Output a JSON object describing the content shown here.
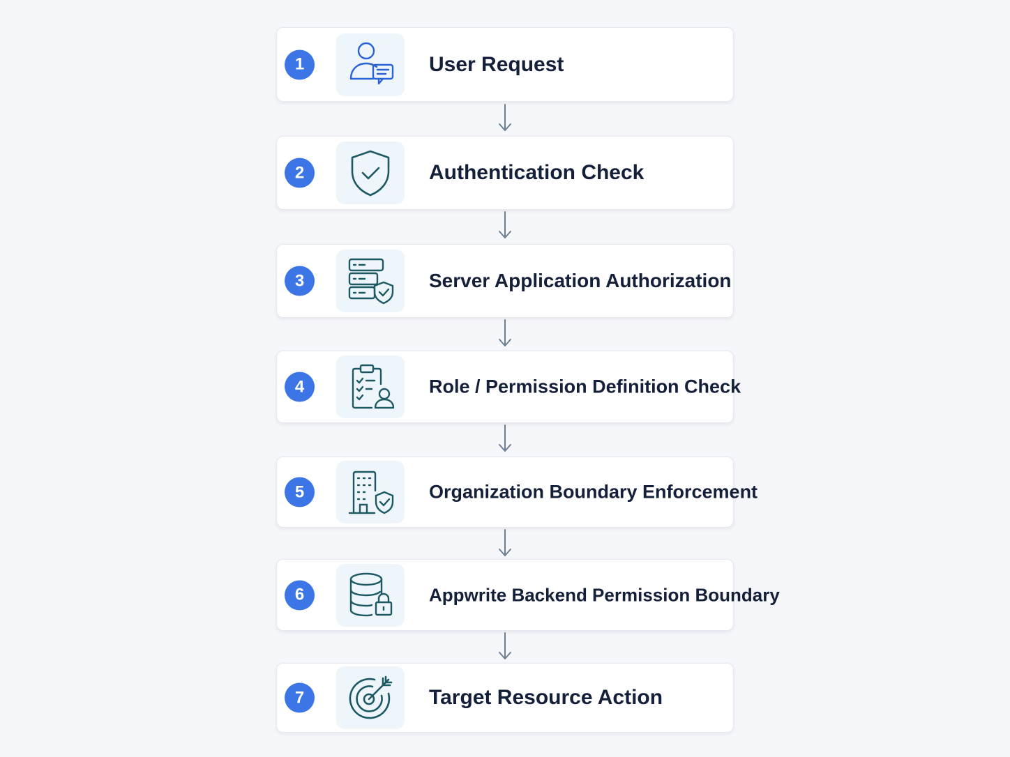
{
  "colors": {
    "background": "#f6f7fa",
    "card": "#ffffff",
    "badge": "#3b75e6",
    "icon_blue": "#2a63d6",
    "icon_teal": "#1d5963",
    "text": "#14203a",
    "arrow": "#6b7f95"
  },
  "steps": [
    {
      "number": "1",
      "label": "User Request",
      "icon": "user-chat-icon"
    },
    {
      "number": "2",
      "label": "Authentication Check",
      "icon": "shield-check-icon"
    },
    {
      "number": "3",
      "label": "Server Application Authorization",
      "icon": "server-shield-icon"
    },
    {
      "number": "4",
      "label": "Role / Permission Definition Check",
      "icon": "clipboard-user-icon"
    },
    {
      "number": "5",
      "label": "Organization Boundary Enforcement",
      "icon": "building-shield-icon"
    },
    {
      "number": "6",
      "label": "Appwrite Backend Permission Boundary",
      "icon": "database-lock-icon"
    },
    {
      "number": "7",
      "label": "Target Resource Action",
      "icon": "target-icon"
    }
  ]
}
